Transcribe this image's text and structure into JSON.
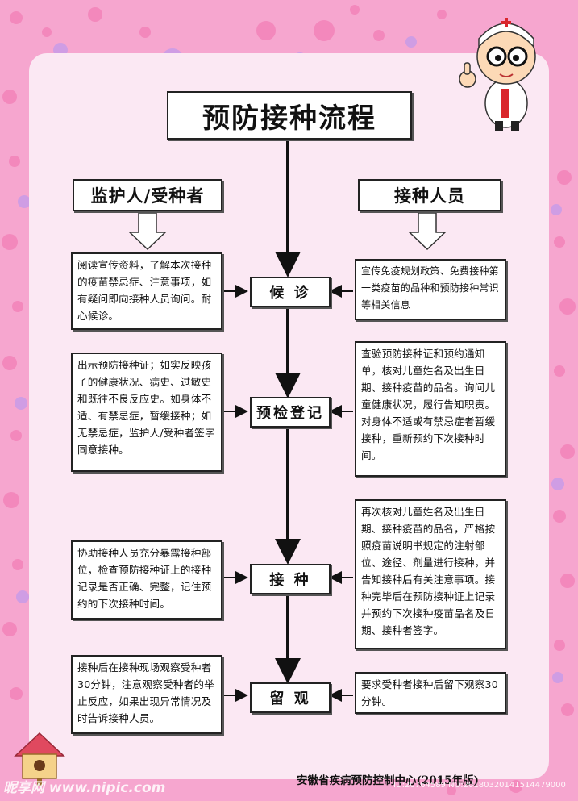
{
  "title": "预防接种流程",
  "left_header": "监护人/受种者",
  "right_header": "接种人员",
  "steps": [
    {
      "name": "候 诊",
      "left": "阅读宣传资料，了解本次接种的疫苗禁忌症、注意事项，如有疑问即向接种人员询问。耐心候诊。",
      "right": "宣传免疫规划政策、免费接种第一类疫苗的品种和预防接种常识等相关信息"
    },
    {
      "name": "预检登记",
      "left": "出示预防接种证；如实反映孩子的健康状况、病史、过敏史和既往不良反应史。如身体不适、有禁忌症，暂缓接种；如无禁忌症，监护人/受种者签字同意接种。",
      "right": "查验预防接种证和预约通知单，核对儿童姓名及出生日期、接种疫苗的品名。询问儿童健康状况，履行告知职责。对身体不适或有禁忌症者暂缓接种，重新预约下次接种时间。"
    },
    {
      "name": "接 种",
      "left": "协助接种人员充分暴露接种部位，检查预防接种证上的接种记录是否正确、完整，记住预约的下次接种时间。",
      "right": "再次核对儿童姓名及出生日期、接种疫苗的品名，严格按照疫苗说明书规定的注射部位、途径、剂量进行接种，并告知接种后有关注意事项。接种完毕后在预防接种证上记录并预约下次接种疫苗品名及日期、接种者签字。"
    },
    {
      "name": "留 观",
      "left": "接种后在接种现场观察受种者30分钟，注意观察受种者的举止反应，如果出现异常情况及时告诉接种人员。",
      "right": "要求受种者接种后留下观察30分钟。"
    }
  ],
  "footer": "安徽省疾病预防控制中心(2015年版)",
  "watermark": "昵享网 www.nipic.com",
  "watermark_id": "ID:20764589 NO:20180320141514479000",
  "colors": {
    "background": "#f6a6cf",
    "panel": "#fbe8f3",
    "flower_pink": "#f27eb6",
    "flower_purple": "#c59be8"
  }
}
